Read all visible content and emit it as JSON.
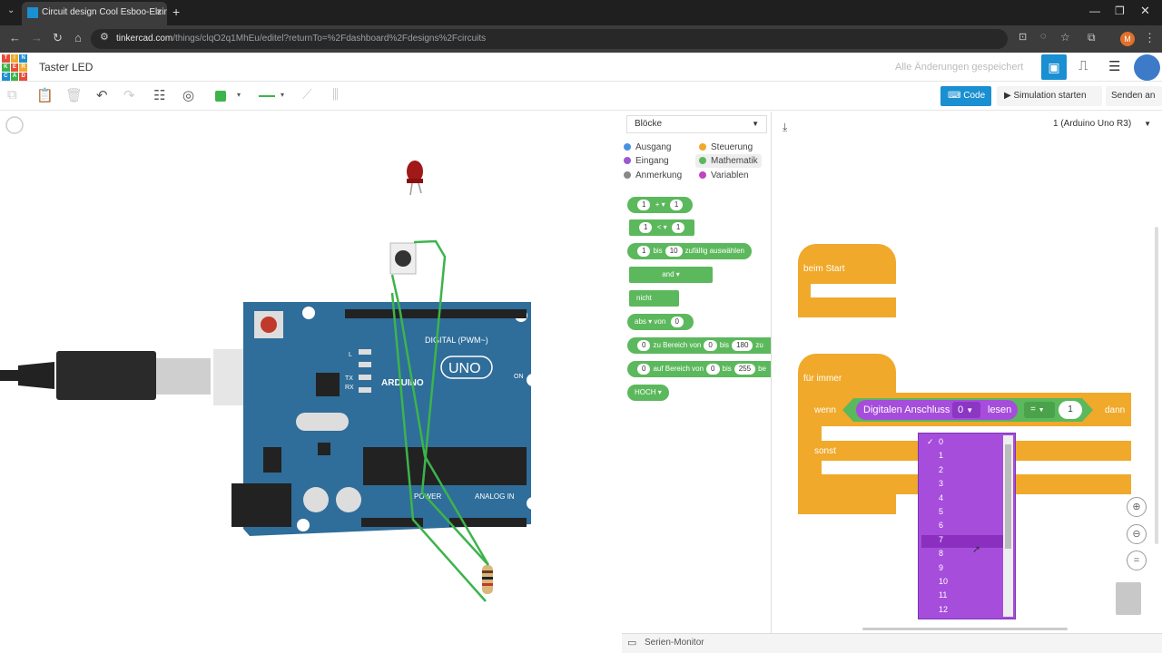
{
  "browser": {
    "tab_title": "Circuit design Cool Esboo-Elzin",
    "tab_close": "×",
    "new_tab": "+",
    "url_host": "tinkercad.com",
    "url_path": "/things/clqO2q1MhEu/editel?returnTo=%2Fdashboard%2Fdesigns%2Fcircuits",
    "profile_letter": "M"
  },
  "app": {
    "logo_letters": [
      "T",
      "I",
      "N",
      "K",
      "E",
      "R",
      "C",
      "A",
      "D"
    ],
    "title": "Taster LED",
    "save_status": "Alle Änderungen gespeichert",
    "code_button": "Code",
    "sim_button": "Simulation starten",
    "send_button": "Senden an",
    "board_select": "1 (Arduino Uno R3)"
  },
  "blocks_panel": {
    "mode_select": "Blöcke",
    "categories": [
      {
        "label": "Ausgang",
        "color": "#4a90e2"
      },
      {
        "label": "Steuerung",
        "color": "#f0a92a"
      },
      {
        "label": "Eingang",
        "color": "#9b59d0"
      },
      {
        "label": "Mathematik",
        "color": "#5cb85c"
      },
      {
        "label": "Anmerkung",
        "color": "#888888"
      },
      {
        "label": "Variablen",
        "color": "#c144c1"
      }
    ],
    "math_blocks": [
      {
        "a": "1",
        "op": "+",
        "b": "1"
      },
      {
        "a": "1",
        "op": "<",
        "b": "1"
      },
      {
        "a": "1",
        "mid": "bis",
        "b": "10",
        "tail": "zufällig auswählen"
      },
      {
        "op": "and"
      },
      {
        "op": "nicht"
      },
      {
        "fn": "abs",
        "mid": "von",
        "b": "0"
      },
      {
        "a": "0",
        "mid": "zu Bereich von",
        "b": "0",
        "c": "bis",
        "d": "180",
        "tail": "zu"
      },
      {
        "a": "0",
        "mid": "auf Bereich von",
        "b": "0",
        "c": "bis",
        "d": "255",
        "tail": "be"
      },
      {
        "op": "HOCH"
      }
    ]
  },
  "workspace": {
    "setup_label": "beim Start",
    "loop_label": "für immer",
    "if_label": "wenn",
    "else_label": "sonst",
    "then_label": "dann",
    "read_block": "Digitalen Anschluss",
    "read_pin": "0",
    "read_suffix": "lesen",
    "compare_op": "=",
    "compare_value": "1",
    "dropdown_options": [
      "0",
      "1",
      "2",
      "3",
      "4",
      "5",
      "6",
      "7",
      "8",
      "9",
      "10",
      "11",
      "12"
    ],
    "selected_option": "0",
    "hovered_option": "7"
  },
  "serial_monitor": "Serien-Monitor",
  "board": {
    "digital_label": "DIGITAL (PWM~)",
    "brand": "ARDUINO",
    "model": "UNO",
    "power_label": "POWER",
    "analog_label": "ANALOG IN",
    "on_label": "ON",
    "tx_label": "TX",
    "rx_label": "RX",
    "l_label": "L"
  },
  "colors": {
    "board": "#2f6d9a",
    "wire": "#3cb44b",
    "control_block": "#f0a92a",
    "math_block": "#5cb85c",
    "input_block": "#a64ddb",
    "accent": "#1a8fd1"
  }
}
